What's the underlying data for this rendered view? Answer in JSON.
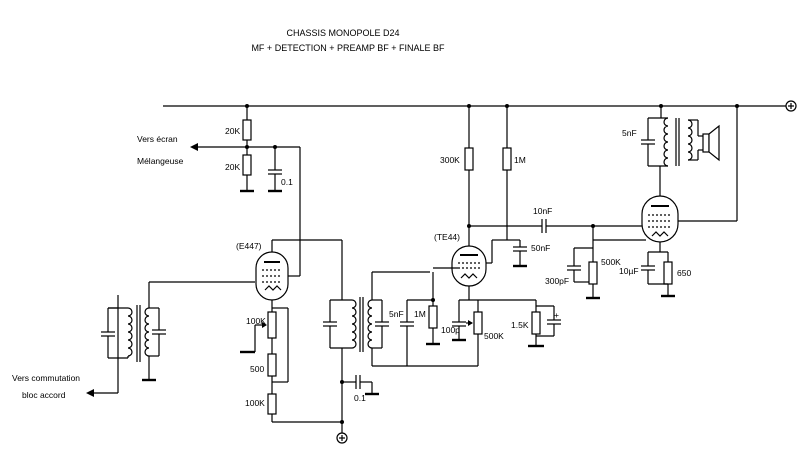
{
  "title": {
    "line1": "CHASSIS MONOPOLE D24",
    "line2": "MF + DETECTION + PREAMP BF + FINALE BF"
  },
  "labels": {
    "vers_ecran": "Vers écran",
    "melangeuse": "Mélangeuse",
    "vers_commutation": "Vers commutation",
    "bloc_accord": "bloc accord",
    "tube_e447": "(E447)",
    "tube_te44": "(TE44)"
  },
  "components": {
    "r_20k_top": "20K",
    "r_20k_bottom": "20K",
    "c_0_1_screen": "0.1",
    "r_100k_pot": "100K",
    "r_500": "500",
    "r_100k_bottom": "100K",
    "c_0_1_bottom": "0.1",
    "c_5nf_detect": "5nF",
    "r_1m_detect": "1M",
    "c_100p": "100p",
    "pot_500k": "500K",
    "r_1_5k": "1.5K",
    "r_300k": "300K",
    "r_1m_plate": "1M",
    "c_50nf": "50nF",
    "c_10nf": "10nF",
    "pot_500k_final": "500K",
    "c_300pf": "300pF",
    "c_10uf": "10µF",
    "r_650": "650",
    "c_5nf_out": "5nF"
  },
  "symbols": {
    "hv_plus_top": "+",
    "hv_plus_bottom": "+",
    "cap_plus": "+"
  }
}
